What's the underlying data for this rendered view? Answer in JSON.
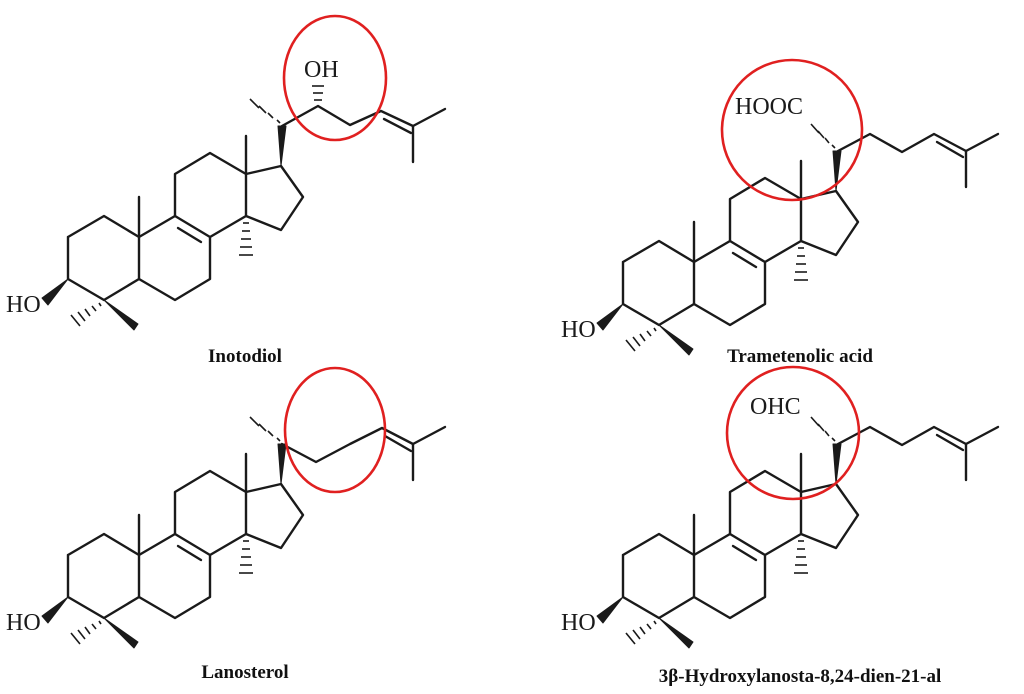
{
  "figure": {
    "highlight_color": "#e02020",
    "bond_color": "#1a1a1a"
  },
  "compounds": [
    {
      "name": "Inotodiol",
      "labels": {
        "ho": "HO",
        "side": "OH"
      }
    },
    {
      "name": "Trametenolic acid",
      "labels": {
        "ho": "HO",
        "side": "HOOC"
      }
    },
    {
      "name": "Lanosterol",
      "labels": {
        "ho": "HO",
        "side": ""
      }
    },
    {
      "name": "3β-Hydroxylanosta-8,24-dien-21-al",
      "labels": {
        "ho": "HO",
        "side": "OHC"
      }
    }
  ]
}
